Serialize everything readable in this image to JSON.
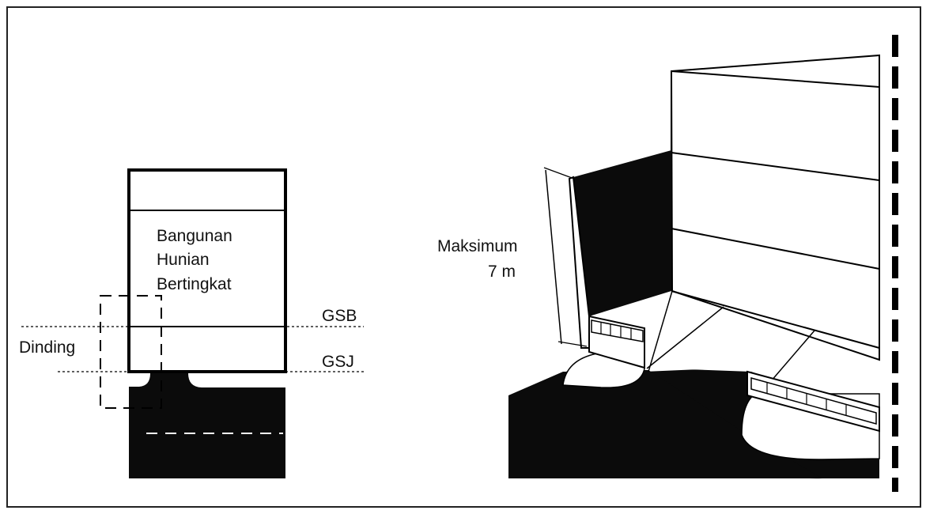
{
  "left_diagram": {
    "building_label_lines": [
      "Bangunan",
      "Hunian",
      "Bertingkat"
    ],
    "wall_label": "Dinding",
    "line_labels": {
      "gsb": "GSB",
      "gsj": "GSJ"
    }
  },
  "right_diagram": {
    "height_label_lines": [
      "Maksimum",
      "7 m"
    ]
  }
}
